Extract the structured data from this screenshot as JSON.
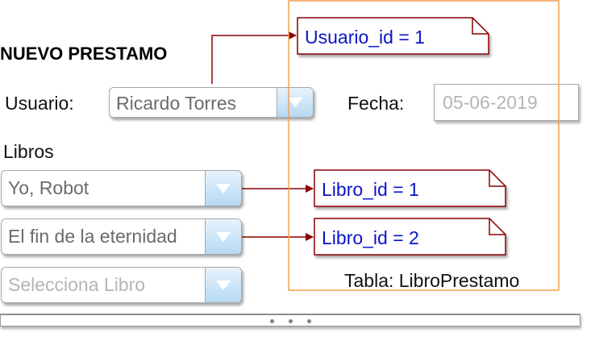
{
  "form": {
    "title": "NUEVO PRESTAMO",
    "user_label": "Usuario:",
    "user_value": "Ricardo Torres",
    "date_label": "Fecha:",
    "date_value": "05-06-2019",
    "books_label": "Libros",
    "books": [
      {
        "value": "Yo, Robot"
      },
      {
        "value": "El fin de la eternidad"
      }
    ],
    "book_placeholder": "Selecciona Libro"
  },
  "annotations": {
    "usuario_note": "Usuario_id = 1",
    "libro_notes": [
      "Libro_id = 1",
      "Libro_id = 2"
    ],
    "table_caption": "Tabla: LibroPrestamo"
  },
  "colors": {
    "note_text": "#0a14c8",
    "note_border": "#8b0000",
    "table_border": "#f0a050",
    "dropdown_arrow": "#b6d9f3"
  },
  "icons": [
    "chevron-down-icon",
    "scroll-dots-icon"
  ]
}
